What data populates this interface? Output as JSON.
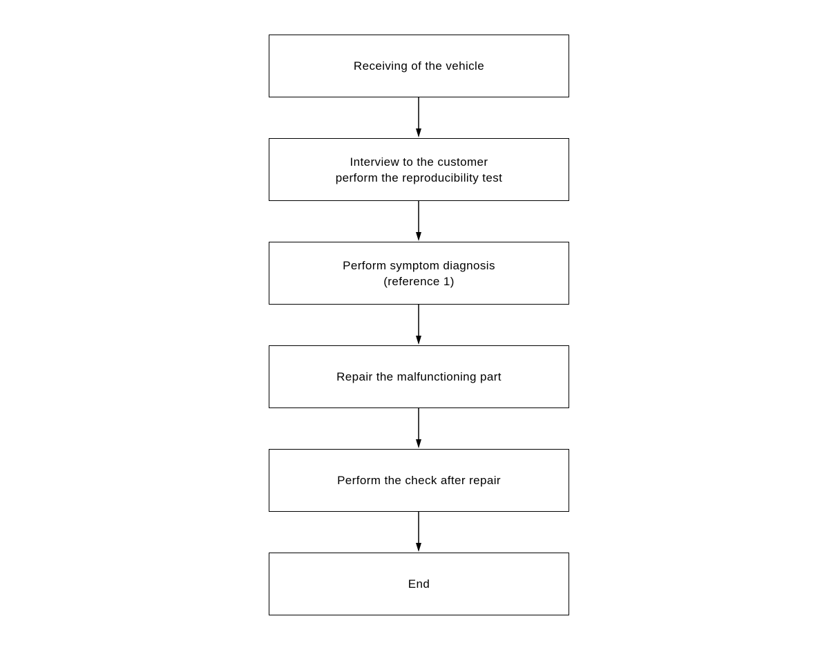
{
  "flowchart": {
    "steps": [
      {
        "lines": [
          "Receiving of the vehicle"
        ]
      },
      {
        "lines": [
          "Interview to the customer",
          "perform the reproducibility test"
        ]
      },
      {
        "lines": [
          "Perform symptom diagnosis",
          "(reference 1)"
        ]
      },
      {
        "lines": [
          "Repair the malfunctioning part"
        ]
      },
      {
        "lines": [
          "Perform the check after repair"
        ]
      },
      {
        "lines": [
          "End"
        ]
      }
    ]
  }
}
